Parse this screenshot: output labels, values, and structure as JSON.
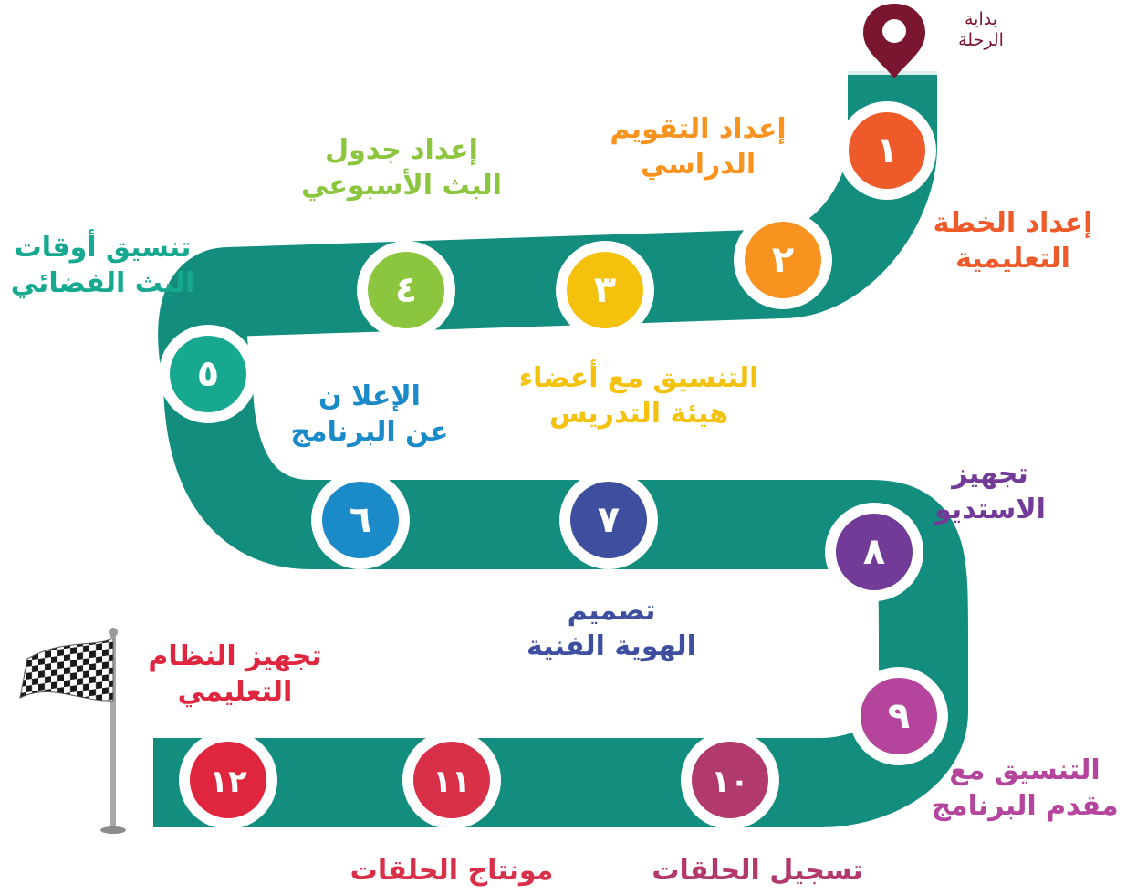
{
  "start": {
    "line1": "بداية",
    "line2": "الرحلة",
    "pin_color": "#7a1630"
  },
  "road_color": "#128d7e",
  "steps": [
    {
      "number": "١",
      "line1": "إعداد الخطة",
      "line2": "التعليمية",
      "color": "#ef5a2a"
    },
    {
      "number": "٢",
      "line1": "إعداد التقويم",
      "line2": "الدراسي",
      "color": "#f7931e"
    },
    {
      "number": "٣",
      "line1": "التنسيق مع أعضاء",
      "line2": "هيئة التدريس",
      "color": "#f4c20d"
    },
    {
      "number": "٤",
      "line1": "إعداد جدول",
      "line2": "البث الأسبوعي",
      "color": "#8cc63f"
    },
    {
      "number": "٥",
      "line1": "تنسيق أوقات",
      "line2": "البث الفضائي",
      "color": "#17a98f"
    },
    {
      "number": "٦",
      "line1": "الإعلا ن",
      "line2": "عن البرنامج",
      "color": "#1b8ac9"
    },
    {
      "number": "٧",
      "line1": "تصميم",
      "line2": "الهوية الفنية",
      "color": "#3f4fa0"
    },
    {
      "number": "٨",
      "line1": "تجهيز",
      "line2": "الاستديو",
      "color": "#713b97"
    },
    {
      "number": "٩",
      "line1": "التنسيق مع",
      "line2": "مقدم البرنامج",
      "color": "#b4449c"
    },
    {
      "number": "١٠",
      "line1": "تسجيل الحلقات",
      "line2": "",
      "color": "#b2396b"
    },
    {
      "number": "١١",
      "line1": "مونتاج الحلقات",
      "line2": "",
      "color": "#d9304a"
    },
    {
      "number": "١٢",
      "line1": "تجهيز النظام",
      "line2": "التعليمي",
      "color": "#e0263f"
    }
  ],
  "finish_flag": "checkered-flag"
}
